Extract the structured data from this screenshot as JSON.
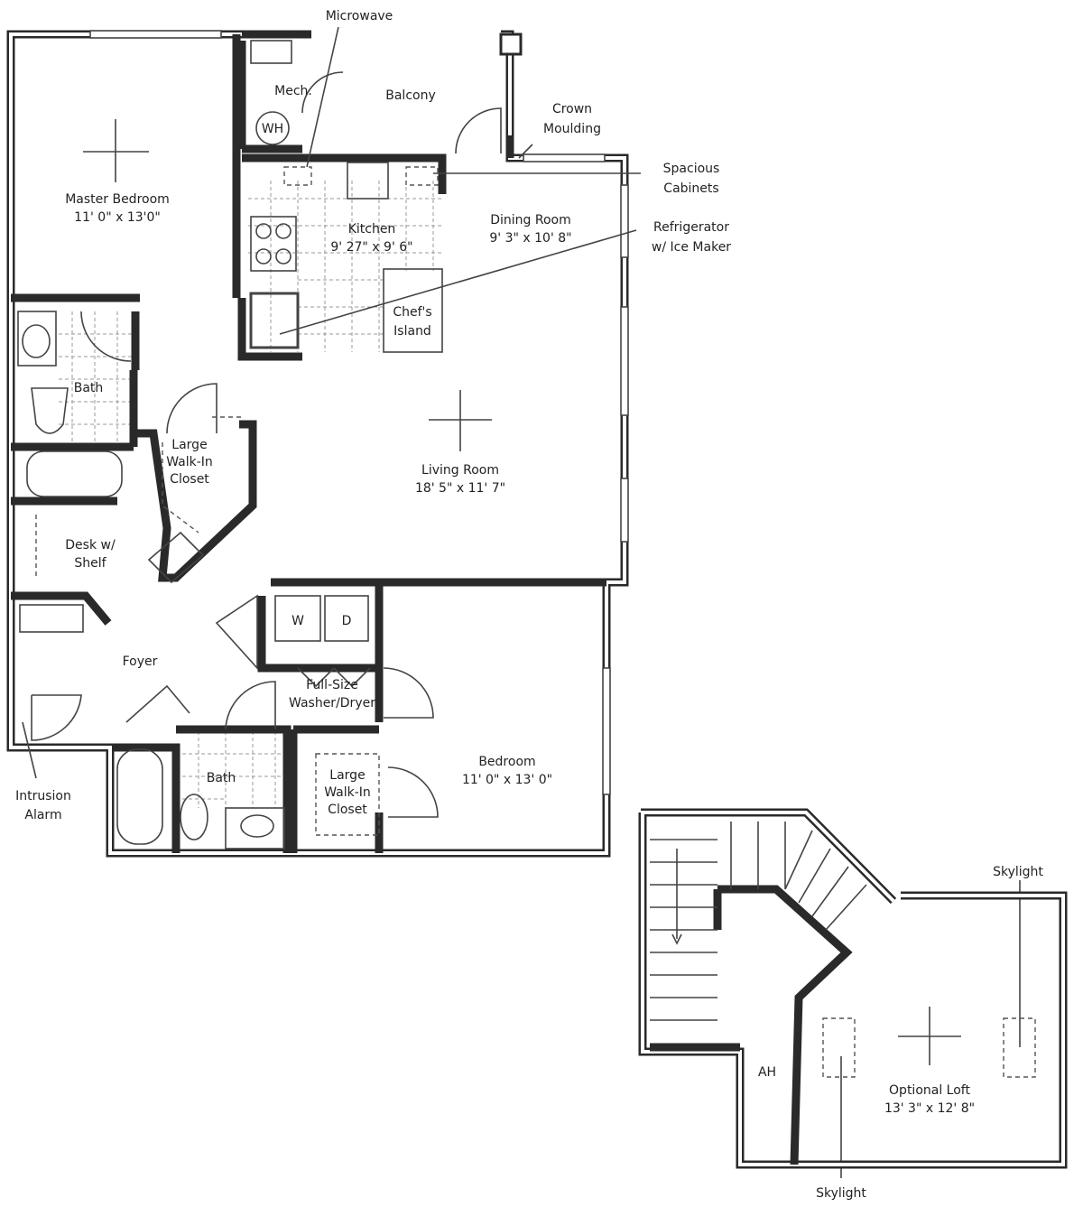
{
  "rooms": [
    {
      "name": "Master Bedroom",
      "size": "11' 0\" x 13'0\""
    },
    {
      "name": "Kitchen",
      "size": "9' 27\" x 9' 6\""
    },
    {
      "name": "Dining Room",
      "size": "9' 3\" x 10' 8\""
    },
    {
      "name": "Living Room",
      "size": "18' 5\" x 11' 7\""
    },
    {
      "name": "Bedroom",
      "size": "11' 0\" x 13' 0\""
    },
    {
      "name": "Optional Loft",
      "size": "13' 3\" x 12' 8\""
    }
  ],
  "labels": {
    "mech": "Mech.",
    "wh": "WH",
    "balcony": "Balcony",
    "bath1": "Bath",
    "bath2": "Bath",
    "closet1": [
      "Large",
      "Walk-In",
      "Closet"
    ],
    "closet2": [
      "Large",
      "Walk-In",
      "Closet"
    ],
    "chefs_island": [
      "Chef's",
      "Island"
    ],
    "desk": [
      "Desk w/",
      "Shelf"
    ],
    "foyer": "Foyer",
    "washer": "W",
    "dryer": "D",
    "washer_dryer": [
      "Full-Size",
      "Washer/Dryer"
    ],
    "ah": "AH"
  },
  "callouts": {
    "microwave": "Microwave",
    "crown_moulding": [
      "Crown",
      "Moulding"
    ],
    "spacious_cabinets": [
      "Spacious",
      "Cabinets"
    ],
    "refrigerator": [
      "Refrigerator",
      "w/ Ice Maker"
    ],
    "intrusion_alarm": [
      "Intrusion",
      "Alarm"
    ],
    "skylight_top": "Skylight",
    "skylight_bottom": "Skylight"
  },
  "colors": {
    "wall": "#2a2a2a",
    "background": "#ffffff"
  }
}
